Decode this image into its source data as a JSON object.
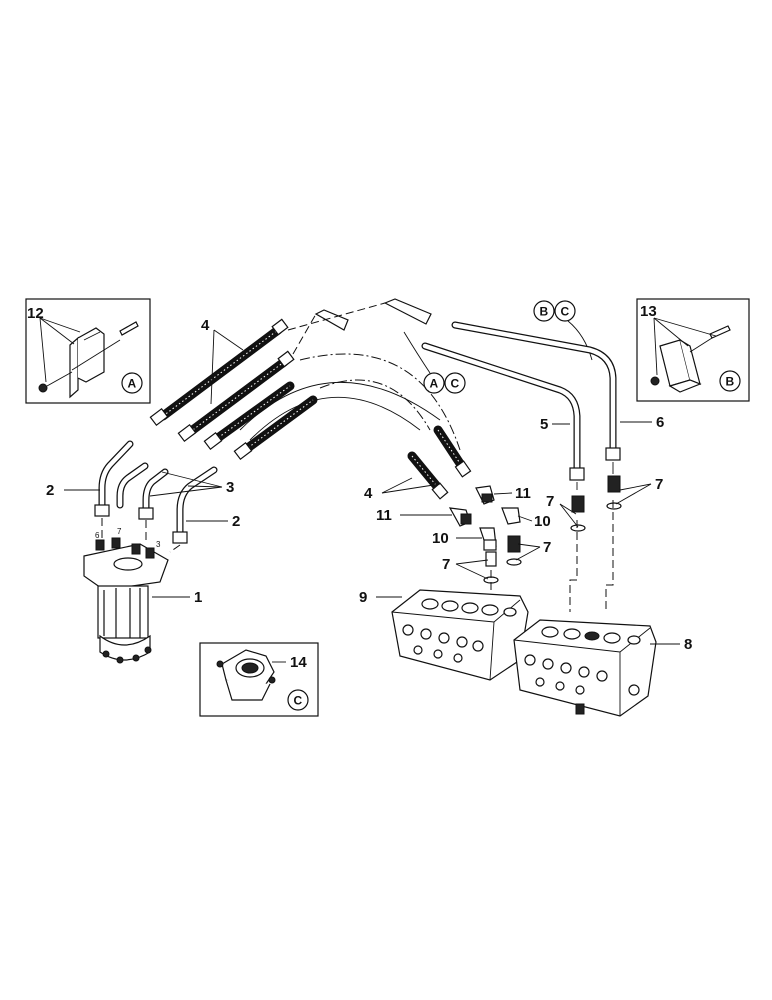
{
  "callouts": {
    "n1": "1",
    "n2a": "2",
    "n2b": "2",
    "n3": "3",
    "n4a": "4",
    "n4b": "4",
    "n5": "5",
    "n6": "6",
    "n7a": "7",
    "n7b": "7",
    "n7c": "7",
    "n7d": "7",
    "n8": "8",
    "n9": "9",
    "n10a": "10",
    "n10b": "10",
    "n11a": "11",
    "n11b": "11",
    "n12": "12",
    "n13": "13",
    "n14": "14"
  },
  "refs": {
    "detail_a": "A",
    "detail_b": "B",
    "detail_c": "C",
    "bc_b": "B",
    "bc_c": "C",
    "ac_a": "A",
    "ac_c": "C"
  },
  "port_marks": {
    "p6": "6",
    "p7": "7",
    "p3": "3"
  }
}
